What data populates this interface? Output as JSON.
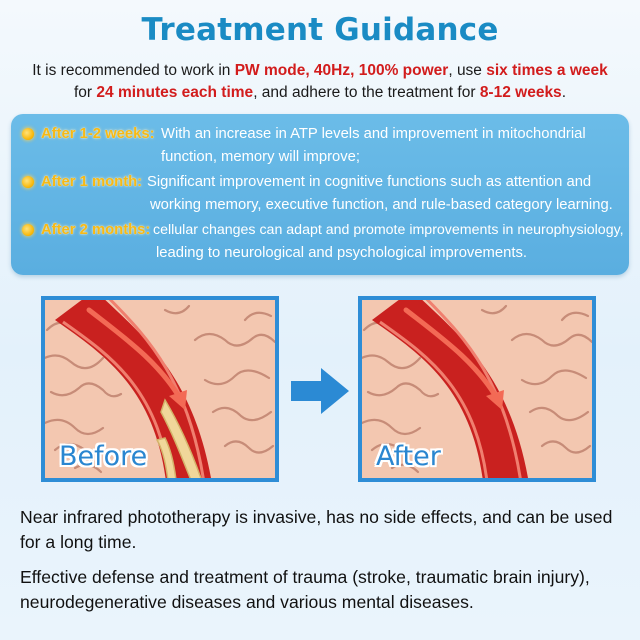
{
  "title": "Treatment Guidance",
  "intro": {
    "t1": "It is recommended to work in ",
    "h1": "PW mode, 40Hz, 100% power",
    "t2": ", use ",
    "h2": "six times a week",
    "t3": "for ",
    "h3": "24 minutes each time",
    "t4": ", and adhere to the treatment for ",
    "h4": "8-12 weeks",
    "t5": "."
  },
  "steps": [
    {
      "label": "After 1-2 weeks:",
      "line1": "With an increase in ATP levels and improvement in mitochondrial",
      "line2": "function, memory will improve;"
    },
    {
      "label": "After 1 month:",
      "line1": "Significant improvement in cognitive functions such as attention and",
      "line2": "working memory, executive function, and rule-based category learning."
    },
    {
      "label": "After 2 months:",
      "line1": "cellular changes can adapt and promote improvements in neurophysiology,",
      "line2": "leading to neurological and psychological improvements."
    }
  ],
  "comparison": {
    "before": "Before",
    "after": "After"
  },
  "footer": {
    "p1": "Near infrared phototherapy is invasive, has no side effects, and can be used for a long time.",
    "p2": "Effective defense and treatment of trauma (stroke, traumatic brain injury), neurodegenerative diseases and various mental diseases."
  },
  "colors": {
    "accent": "#1a8bc4",
    "highlight": "#d21c1c",
    "panel": "#5aaee0",
    "label": "#f6b916"
  }
}
